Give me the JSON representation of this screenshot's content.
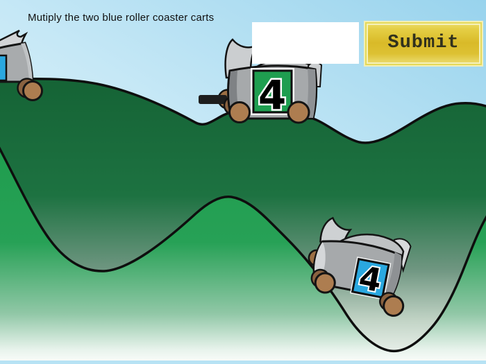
{
  "title": "Mutiply the two blue roller coaster carts",
  "form": {
    "answer_value": "",
    "answer_placeholder": "",
    "submit_label": "Submit"
  },
  "carts": {
    "top_green": {
      "number": "4",
      "panel_color": "#1f9e50"
    },
    "bottom_blue": {
      "number": "4",
      "panel_color": "#2aa8e0"
    },
    "left_partial": {
      "panel_color": "#2aa8e0"
    }
  },
  "scene": {
    "sky_top_color": "#98d3ed",
    "sky_bottom_color": "#edf8fd",
    "bottom_strip_color": "#b7e2f4",
    "back_hill_color": "#1c6f40",
    "front_hill_color": "#21a052",
    "hill_fade_color": "#f2f7f3",
    "wheel_color": "#ad7d50",
    "cart_body_color": "#a6a9ab",
    "button_yellow": "#d9ba28"
  }
}
